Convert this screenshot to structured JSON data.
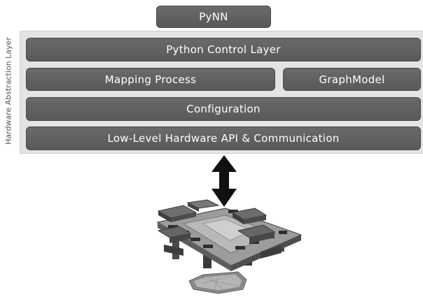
{
  "top_box": {
    "label": "PyNN"
  },
  "hal": {
    "side_label": "Hardware Abstraction Layer",
    "layers": {
      "python_control": "Python Control Layer",
      "mapping_process": "Mapping Process",
      "graph_model": "GraphModel",
      "configuration": "Configuration",
      "low_level": "Low-Level Hardware API & Communication"
    }
  },
  "colors": {
    "box_fill": "#626262",
    "frame_fill": "#e4e4e4",
    "arrow": "#111111"
  },
  "icons": {
    "arrow": "double-vertical-arrow-icon",
    "hardware": "neuromorphic-hardware-system-image"
  }
}
